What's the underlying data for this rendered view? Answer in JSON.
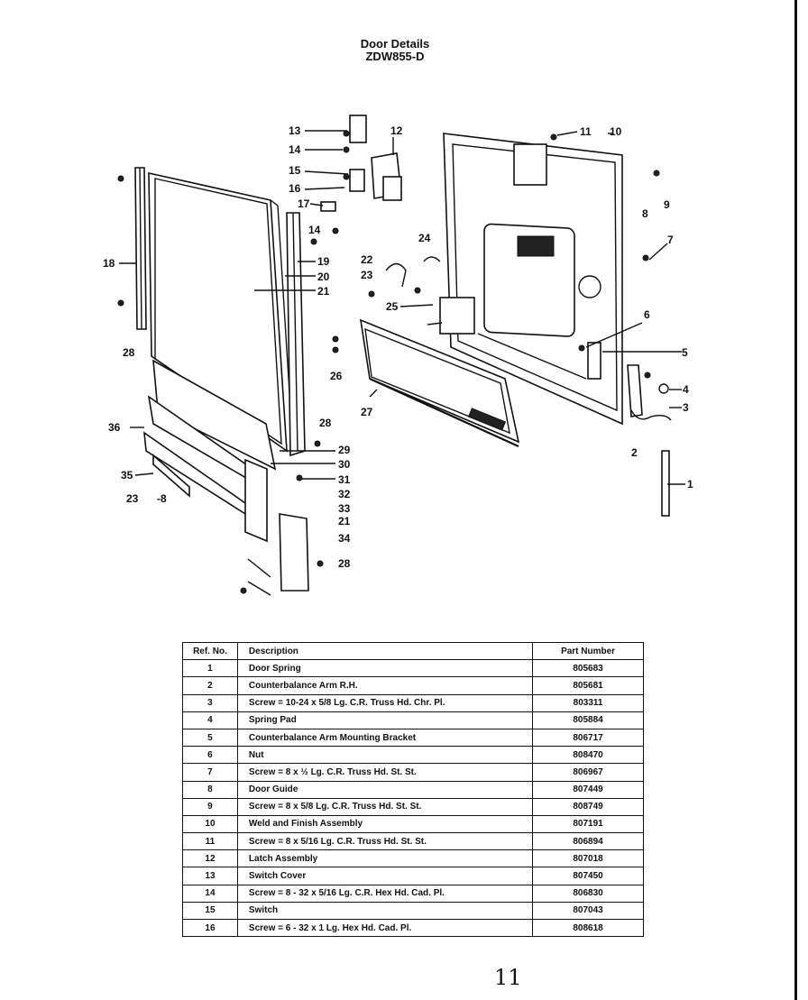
{
  "title": {
    "line1": "Door Details",
    "line2": "ZDW855-D"
  },
  "callouts": [
    "13",
    "14",
    "15",
    "16",
    "17",
    "12",
    "11",
    "10",
    "9",
    "8",
    "7",
    "6",
    "5",
    "4",
    "3",
    "2",
    "1",
    "14",
    "24",
    "22",
    "23",
    "25",
    "26",
    "27",
    "18",
    "19",
    "20",
    "21",
    "28",
    "36",
    "35",
    "23",
    "-8",
    "28",
    "29",
    "30",
    "31",
    "32",
    "33",
    "21",
    "34",
    "28"
  ],
  "table": {
    "headers": [
      "Ref. No.",
      "Description",
      "Part Number"
    ],
    "rows": [
      {
        "ref": "1",
        "desc": "Door Spring",
        "part": "805683"
      },
      {
        "ref": "2",
        "desc": "Counterbalance Arm R.H.",
        "part": "805681"
      },
      {
        "ref": "3",
        "desc": "Screw = 10-24 x 5/8 Lg. C.R. Truss Hd. Chr. Pl.",
        "part": "803311"
      },
      {
        "ref": "4",
        "desc": "Spring Pad",
        "part": "805884"
      },
      {
        "ref": "5",
        "desc": "Counterbalance Arm Mounting Bracket",
        "part": "806717"
      },
      {
        "ref": "6",
        "desc": "Nut",
        "part": "808470"
      },
      {
        "ref": "7",
        "desc": "Screw = 8 x ½ Lg. C.R. Truss Hd. St. St.",
        "part": "806967"
      },
      {
        "ref": "8",
        "desc": "Door Guide",
        "part": "807449"
      },
      {
        "ref": "9",
        "desc": "Screw = 8 x 5/8 Lg. C.R. Truss Hd. St. St.",
        "part": "808749"
      },
      {
        "ref": "10",
        "desc": "Weld and Finish Assembly",
        "part": "807191"
      },
      {
        "ref": "11",
        "desc": "Screw = 8 x 5/16 Lg. C.R. Truss Hd. St. St.",
        "part": "806894"
      },
      {
        "ref": "12",
        "desc": "Latch Assembly",
        "part": "807018"
      },
      {
        "ref": "13",
        "desc": "Switch Cover",
        "part": "807450"
      },
      {
        "ref": "14",
        "desc": "Screw = 8 - 32 x 5/16 Lg. C.R. Hex Hd. Cad. Pl.",
        "part": "806830"
      },
      {
        "ref": "15",
        "desc": "Switch",
        "part": "807043"
      },
      {
        "ref": "16",
        "desc": "Screw = 6 - 32 x 1 Lg. Hex Hd. Cad. Pl.",
        "part": "808618"
      }
    ]
  },
  "page_mark": "11"
}
